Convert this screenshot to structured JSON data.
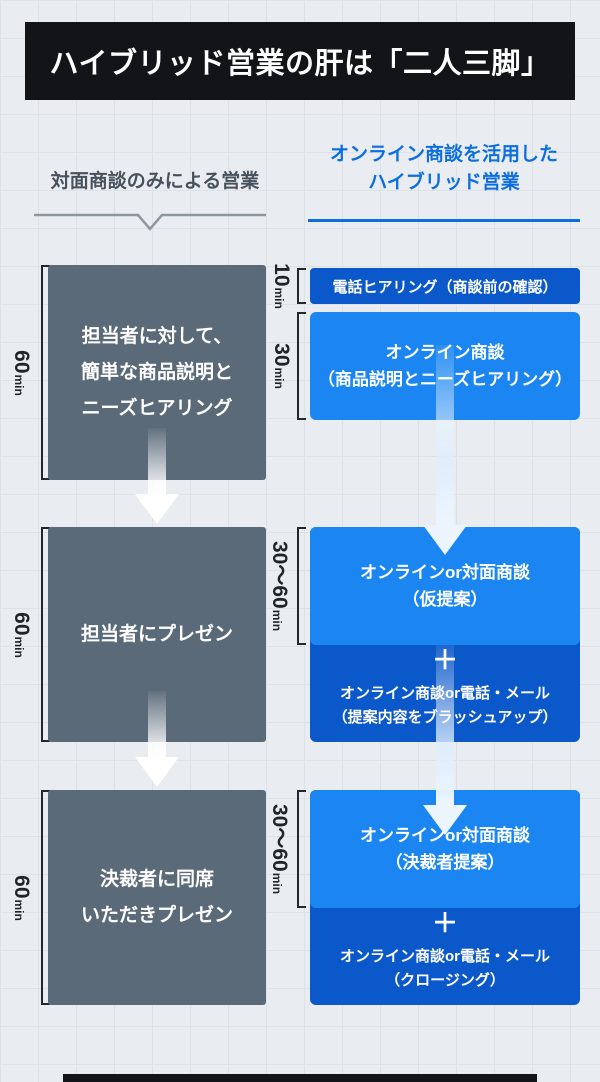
{
  "title": "ハイブリッド営業の肝は「二人三脚」",
  "left": {
    "header": "対面商談のみによる営業",
    "row1": {
      "num": "60",
      "unit": "min",
      "l1": "担当者に対して、",
      "l2": "簡単な商品説明と",
      "l3": "ニーズヒアリング"
    },
    "row2": {
      "num": "60",
      "unit": "min",
      "l1": "担当者にプレゼン"
    },
    "row3": {
      "num": "60",
      "unit": "min",
      "l1": "決裁者に同席",
      "l2": "いただきプレゼン"
    }
  },
  "right": {
    "header1": "オンライン商談を活用した",
    "header2": "ハイブリッド営業",
    "row1": {
      "t1num": "10",
      "t1unit": "min",
      "box1": "電話ヒアリング（商談前の確認）",
      "t2num": "30",
      "t2unit": "min",
      "box2l1": "オンライン商談",
      "box2l2": "（商品説明とニーズヒアリング）"
    },
    "row2": {
      "num": "30〜60",
      "unit": "min",
      "topl1": "オンラインor対面商談",
      "topl2": "（仮提案）",
      "plus": "＋",
      "botl1": "オンライン商談or電話・メール",
      "botl2": "（提案内容をブラッシュアップ）"
    },
    "row3": {
      "num": "30〜60",
      "unit": "min",
      "topl1": "オンラインor対面商談",
      "topl2": "（決裁者提案）",
      "plus": "＋",
      "botl1": "オンライン商談or電話・メール",
      "botl2": "（クロージング）"
    }
  },
  "colors": {
    "title_bg": "#121417",
    "slate_box": "#5a6a79",
    "bright_blue": "#1b86f2",
    "dark_blue": "#0b58ca",
    "accent_blue": "#0d6ee0",
    "page_bg": "#e9edf1",
    "grid_line": "#dde2e7"
  }
}
